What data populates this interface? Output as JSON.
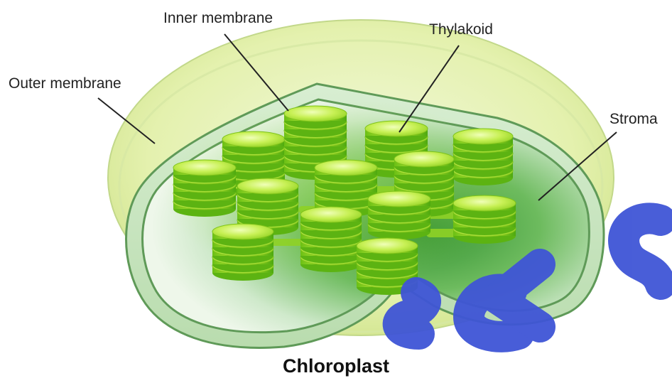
{
  "diagram": {
    "labels": {
      "inner_membrane": "Inner membrane",
      "thylakoid": "Thylakoid",
      "outer_membrane": "Outer membrane",
      "stroma": "Stroma"
    },
    "caption": "Chloroplast",
    "watermark": "CSES"
  },
  "colors": {
    "outer_membrane": "#dff0a8",
    "inner_membrane_wall": "#c9e6c1",
    "stroma": "#3fa03c",
    "thylakoid_light": "#c7f054",
    "thylakoid_dark": "#4ea90f",
    "leader_line": "#222222",
    "watermark": "#3f55d6"
  }
}
